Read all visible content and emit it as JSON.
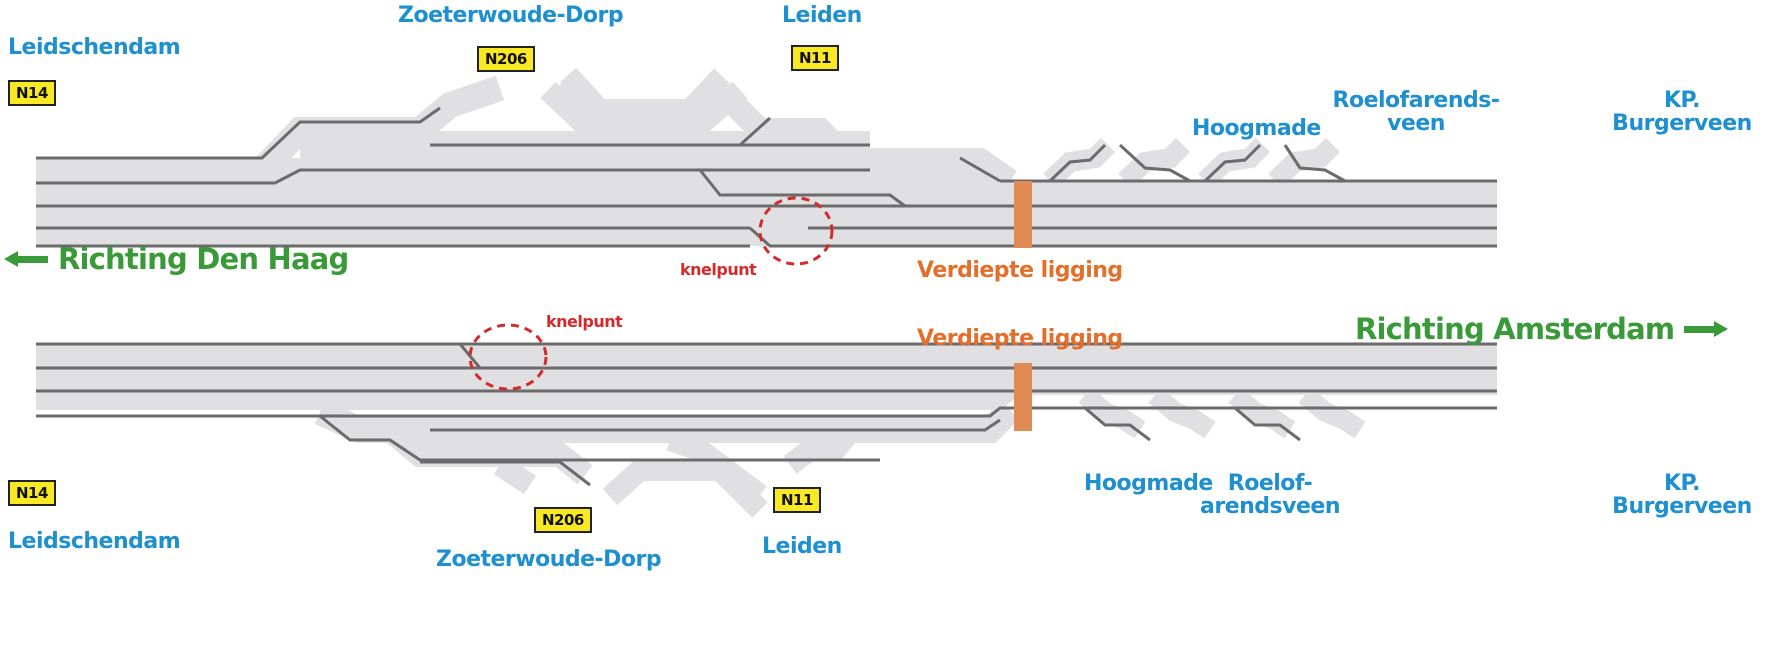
{
  "colors": {
    "track_fill": "#e0e0e2",
    "track_line": "#6b6b6b",
    "place": "#1e8fcf",
    "direction": "#3a9a3a",
    "deepened": "#e08a55",
    "bottleneck": "#d42a2a",
    "road_sign": "#f9e925"
  },
  "top": {
    "direction": "Richting Den Haag",
    "places": {
      "leidschendam": "Leidschendam",
      "zoeterwoude": "Zoeterwoude-Dorp",
      "leiden": "Leiden",
      "hoogmade": "Hoogmade",
      "roelofarendsveen_1": "Roelofarends-",
      "roelofarendsveen_2": "veen",
      "burgerveen_1": "KP.",
      "burgerveen_2": "Burgerveen"
    },
    "signs": {
      "n14": "N14",
      "n206": "N206",
      "n11": "N11"
    },
    "deepened_label": "Verdiepte ligging",
    "bottleneck_label": "knelpunt"
  },
  "bottom": {
    "direction": "Richting Amsterdam",
    "places": {
      "leidschendam": "Leidschendam",
      "zoeterwoude": "Zoeterwoude-Dorp",
      "leiden": "Leiden",
      "hoogmade": "Hoogmade",
      "roelofarendsveen_1": "Roelof-",
      "roelofarendsveen_2": "arendsveen",
      "burgerveen_1": "KP.",
      "burgerveen_2": "Burgerveen"
    },
    "signs": {
      "n14": "N14",
      "n206": "N206",
      "n11": "N11"
    },
    "deepened_label": "Verdiepte ligging",
    "bottleneck_label": "knelpunt"
  },
  "icons": {
    "arrow_left": "arrow-left-icon",
    "arrow_right": "arrow-right-icon"
  }
}
